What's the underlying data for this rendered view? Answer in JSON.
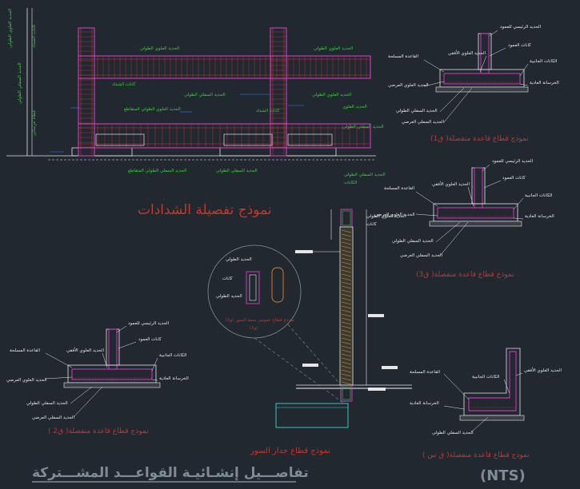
{
  "colors": {
    "background": "#212830",
    "rebar_magenta": "#e23bd0",
    "rebar_red": "#c93a3a",
    "concrete_white": "#e6e6e6",
    "dim_green": "#35d635",
    "leader_blue": "#3a7bff",
    "title_red": "#a93226",
    "footer_grey": "#7f8b96"
  },
  "titles": {
    "tie_beam_detail": "نموذج تفصيلة الشدادات",
    "footing_f1": "نموذج قطاع قاعدة منفصلة( ق1)",
    "footing_f3": "نموذج قطاع قاعدة منفصلة( ق3)",
    "footing_f2": "نموذج قطاع قاعدة منفصلة( ق2 )",
    "footing_fs": "نموذج قطاع قاعدة منفصلة( ق س )",
    "wall_section": "نموذج قطاع جدار السور",
    "main_title": "تفاصـــيل إنشـائيـة القواعـــد المشـــتركة",
    "nts": "(NTS)",
    "detail_circle_note": "نموذج قطاع عمومي سمة السور (و1)"
  },
  "footing_labels": {
    "f1": [
      "الحديد الرئيسي للعمود",
      "كانات العمود",
      "الحديد العلوي الأفقي",
      "القاعدة المسلحة",
      "الكانات الجانبية",
      "الحديد العلوي العرضي",
      "الخرسانة العادية",
      "الحديد السفلي الطولي",
      "الحديد السفلي العرضي"
    ],
    "f3": [
      "الحديد الرئيسي للعمود",
      "كانات العمود",
      "الحديد العلوي الأفقي",
      "القاعدة المسلحة",
      "الكانات الجانبية",
      "الحديد العلوي العرضي",
      "الخرسانة العادية",
      "الحديد السفلي الطولي",
      "الحديد السفلي العرضي"
    ],
    "f2": [
      "الحديد الرئيسي للعمود",
      "كانات العمود",
      "الحديد العلوي الأفقي",
      "القاعدة المسلحة",
      "الكانات الجانبية",
      "الحديد العلوي العرضي",
      "الخرسانة العادية",
      "الحديد السفلي الطولي",
      "الحديد السفلي العرضي"
    ],
    "fs": [
      "القاعدة المسلحة",
      "الكانات الجانبية",
      "الحديد العلوي الأفقي",
      "الخرسانة العادية",
      "الحديد السفلي الطولي"
    ]
  }
}
